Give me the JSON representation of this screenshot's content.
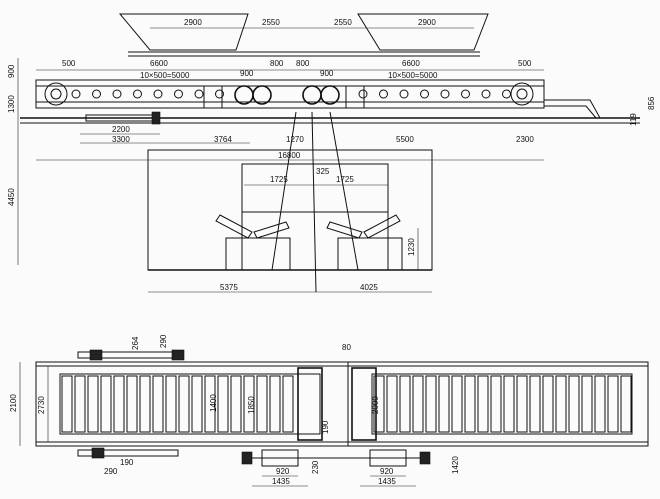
{
  "elevation": {
    "top_dims": [
      "2900",
      "2550",
      "2550",
      "2900"
    ],
    "mid_dims": [
      "6600",
      "6600",
      "500",
      "500",
      "10×500=5000",
      "10×500=5000",
      "900",
      "800",
      "800",
      "900"
    ],
    "right_dims": [
      "856",
      "119"
    ],
    "left_dims": [
      "900",
      "1300",
      "4450"
    ],
    "lower_dims": [
      "2200",
      "3300",
      "3764",
      "1270",
      "5500",
      "2300",
      "16800"
    ],
    "chute_dims": [
      "1725",
      "1725",
      "325"
    ],
    "foot_dims": [
      "5375",
      "4025",
      "1230"
    ]
  },
  "plan": {
    "left_dims": [
      "2100",
      "2730"
    ],
    "top_dims": [
      "264",
      "290",
      "80"
    ],
    "inner_dims": [
      "1400",
      "1850",
      "2000"
    ],
    "bottom_dims": [
      "190",
      "290",
      "920",
      "1435",
      "920",
      "1435",
      "230",
      "190",
      "1420"
    ]
  }
}
